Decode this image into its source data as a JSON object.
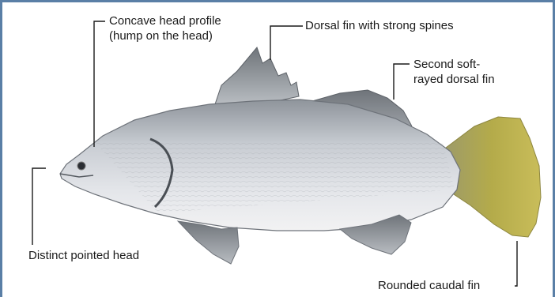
{
  "labels": {
    "concave_head": [
      "Concave head profile",
      "(hump on the head)"
    ],
    "dorsal_spines": "Dorsal fin with strong spines",
    "second_dorsal": [
      "Second soft-",
      "rayed dorsal fin"
    ],
    "pointed_head": "Distinct pointed head",
    "caudal_fin": "Rounded caudal fin"
  },
  "colors": {
    "frame": "#5a7fa6",
    "leader": "#1a1a1a",
    "body_silver": "#c8ccd2",
    "tail_yellow": "#b4ab4a",
    "text": "#1a1a1a"
  }
}
